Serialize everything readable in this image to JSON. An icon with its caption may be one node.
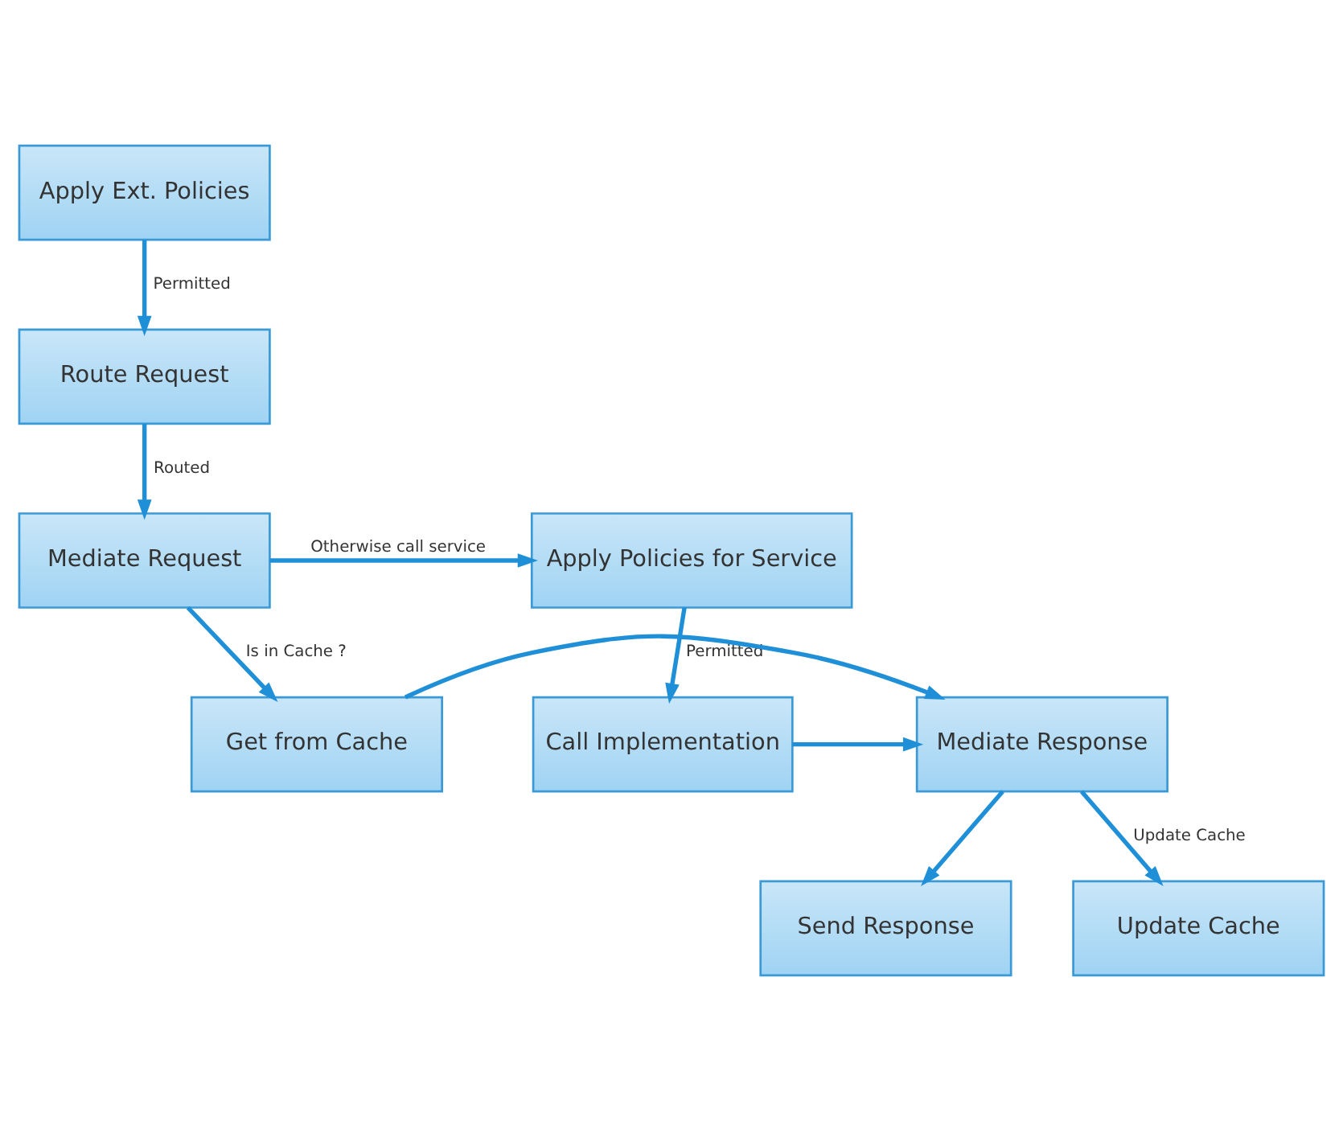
{
  "diagram": {
    "nodes": [
      {
        "text": [
          "Apply Ext. Policies"
        ]
      },
      {
        "text": [
          "Route Request"
        ]
      },
      {
        "text": [
          "Mediate Request"
        ]
      },
      {
        "text": [
          "Apply Policies for Service"
        ]
      },
      {
        "text": [
          "Get from Cache"
        ]
      },
      {
        "text": [
          "Mediate Response"
        ]
      },
      {
        "text": [
          "Call Implementation"
        ]
      },
      {
        "text": [
          "Send Response"
        ]
      },
      {
        "text": [
          "Update Cache"
        ]
      }
    ],
    "edges": [
      {
        "from": 0,
        "to": 1,
        "arrow": "to",
        "label": "Permitted"
      },
      {
        "from": 1,
        "to": 2,
        "arrow": "to",
        "label": "Routed"
      },
      {
        "from": 2,
        "to": 4,
        "arrow": "to",
        "label": "Is in Cache ?"
      },
      {
        "from": 2,
        "to": 3,
        "arrow": "to",
        "label": "Otherwise call service"
      },
      {
        "from": 3,
        "to": 6,
        "arrow": "to",
        "label": "Permitted"
      },
      {
        "from": 4,
        "to": 5,
        "arrow": "to"
      },
      {
        "from": 6,
        "to": 5,
        "arrow": "to"
      },
      {
        "from": 5,
        "to": 7,
        "arrow": "to"
      },
      {
        "from": 5,
        "to": 8,
        "arrow": "to",
        "label": "Update Cache"
      }
    ]
  }
}
